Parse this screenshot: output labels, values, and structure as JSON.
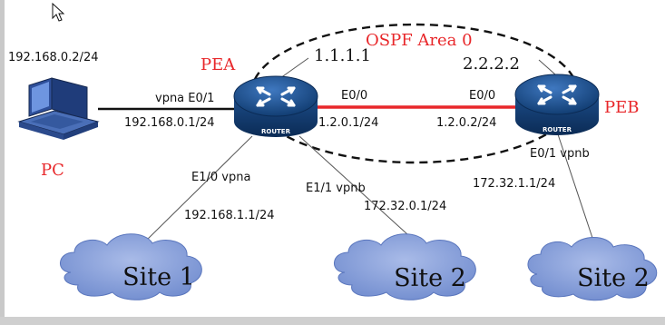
{
  "area": {
    "label": "OSPF Area 0",
    "label_color": "#e8272a"
  },
  "pc": {
    "name": "PC",
    "ip": "192.168.0.2/24",
    "name_color": "#e8272a"
  },
  "pea": {
    "name": "PEA",
    "router_id": "1.1.1.1",
    "router_label": "ROUTER",
    "if_pc": "vpna E0/1",
    "ip_pc": "192.168.0.1/24",
    "if_core": "E0/0",
    "ip_core": "1.2.0.1/24",
    "if_site1": "E1/0 vpna",
    "ip_site1": "192.168.1.1/24",
    "if_site2": "E1/1 vpnb",
    "ip_site2": "172.32.0.1/24"
  },
  "peb": {
    "name": "PEB",
    "router_id": "2.2.2.2",
    "router_label": "ROUTER",
    "if_core": "E0/0",
    "ip_core": "1.2.0.2/24",
    "if_site": "E0/1 vpnb",
    "ip_site": "172.32.1.1/24"
  },
  "sites": [
    {
      "name": "Site 1"
    },
    {
      "name": "Site 2"
    },
    {
      "name": "Site 2"
    }
  ],
  "colors": {
    "core_link": "#e8272a",
    "router_body": "#1a4f8a",
    "cloud_fill": "#7f9ad6",
    "name_red": "#e8272a"
  }
}
